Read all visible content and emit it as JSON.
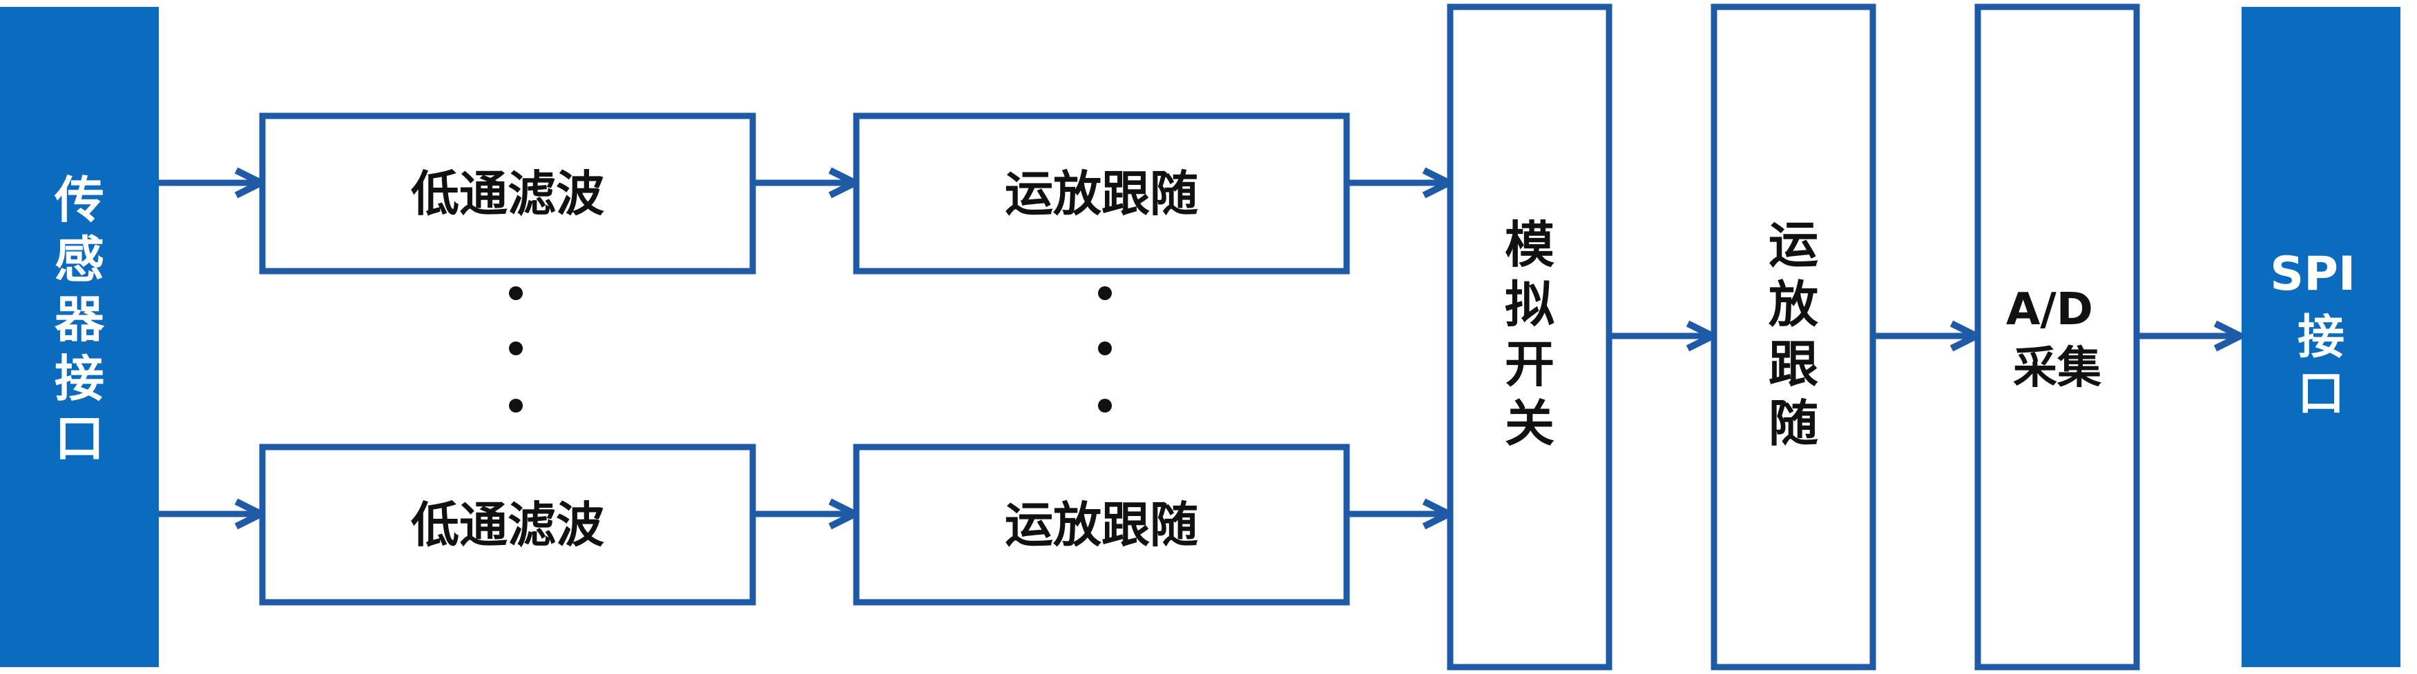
{
  "diagram": {
    "colors": {
      "accent": "#0b6bbf",
      "stroke": "#1f5aa6",
      "text_dark": "#111111",
      "text_light": "#ffffff"
    },
    "blocks": {
      "sensor_interface": "传感器接口",
      "lowpass_top": "低通滤波",
      "lowpass_bottom": "低通滤波",
      "opamp_top": "运放跟随",
      "opamp_bottom": "运放跟随",
      "analog_switch": "模拟开关",
      "opamp_main": "运放跟随",
      "ad_line1": "A/D",
      "ad_line2": "采集",
      "spi_line1": "SPI",
      "spi_line2": "接口"
    }
  }
}
